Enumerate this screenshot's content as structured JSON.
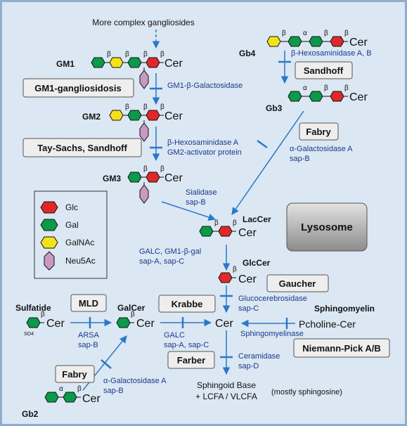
{
  "title": "More complex gangliosides",
  "colors": {
    "background": "#dbe7f3",
    "border": "#8faecf",
    "arrow": "#2a78c8",
    "enzyme_text": "#1a3a8a",
    "glc": "#e02828",
    "gal": "#0a9a4a",
    "galnac": "#f2e21a",
    "neu5ac": "#c79ac2"
  },
  "legend": [
    {
      "shape": "hexagon",
      "color": "#e02828",
      "label": "Glc"
    },
    {
      "shape": "hexagon",
      "color": "#0a9a4a",
      "label": "Gal"
    },
    {
      "shape": "hexagon",
      "color": "#f2e21a",
      "label": "GalNAc"
    },
    {
      "shape": "rhombus",
      "color": "#c79ac2",
      "label": "Neu5Ac"
    }
  ],
  "lysosome": "Lysosome",
  "lipids": {
    "gm1": "GM1",
    "gm2": "GM2",
    "gm3": "GM3",
    "gb4": "Gb4",
    "gb3": "Gb3",
    "laccer": "LacCer",
    "glccer": "GlcCer",
    "galcer": "GalCer",
    "sulfatide": "Sulfatide",
    "sphingomyelin": "Sphingomyelin",
    "gb2": "Gb2",
    "cer": "Cer",
    "pcholine_cer": "Pcholine-Cer",
    "so4": "SO4"
  },
  "glyph": {
    "beta": "β",
    "alpha": "α"
  },
  "enzymes": {
    "gm1_beta_gal": "GM1-β-Galactosidase",
    "hexa_line1": "β-Hexosaminidase A",
    "hexa_line2": "GM2-activator protein",
    "sialidase_line1": "Sialidase",
    "sialidase_line2": "sap-B",
    "hexab": "β-Hexosaminidase A, B",
    "agal_line1": "α-Galactosidase A",
    "agal_line2": "sap-B",
    "galc_gm1_line1": "GALC, GM1-β-gal",
    "galc_gm1_line2": "sap-A, sap-C",
    "glucocer_line1": "Glucocerebrosidase",
    "glucocer_line2": "sap-C",
    "sphingomyelinase": "Sphingomyelinase",
    "arsa_line1": "ARSA",
    "arsa_line2": "sap-B",
    "galc_line1": "GALC",
    "galc_line2": "sap-A, sap-C",
    "ceramidase_line1": "Ceramidase",
    "ceramidase_line2": "sap-D",
    "agal2_line1": "α-Galactosidase A",
    "agal2_line2": "sap-B"
  },
  "diseases": {
    "gm1_gangliosidosis": "GM1-gangliosidosis",
    "tay_sachs_sandhoff": "Tay-Sachs, Sandhoff",
    "sandhoff": "Sandhoff",
    "fabry": "Fabry",
    "gaucher": "Gaucher",
    "mld": "MLD",
    "krabbe": "Krabbe",
    "farber": "Farber",
    "niemann_pick": "Niemann-Pick A/B",
    "fabry2": "Fabry"
  },
  "products": {
    "line1": "Sphingoid Base",
    "line2": "+ LCFA / VLCFA",
    "note": "(mostly sphingosine)"
  }
}
